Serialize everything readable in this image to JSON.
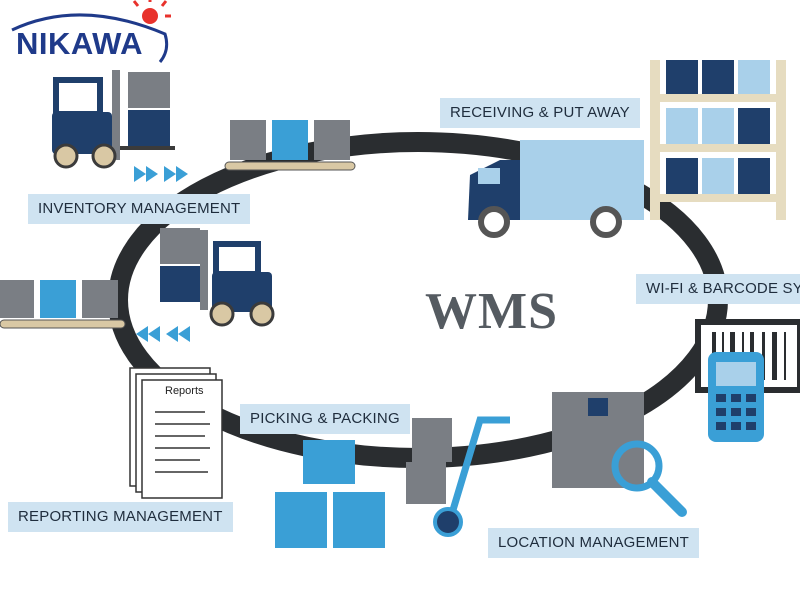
{
  "logo": {
    "brand": "NIKAWA"
  },
  "center": {
    "title": "WMS"
  },
  "stages": {
    "receiving": "RECEIVING & PUT AWAY",
    "wifi": "WI-FI & BARCODE SY",
    "location": "LOCATION MANAGEMENT",
    "picking": "PICKING & PACKING",
    "reporting": "REPORTING MANAGEMENT",
    "inventory": "INVENTORY MANAGEMENT"
  },
  "reports_doc": {
    "title": "Reports"
  },
  "colors": {
    "navy": "#1f3f6b",
    "sky": "#3a9fd6",
    "light_blue": "#a9d0ea",
    "label_bg": "#cfe3f1",
    "belt": "#2a2d30",
    "gray_box": "#7a7e84",
    "rack": "#e6dcc0"
  }
}
